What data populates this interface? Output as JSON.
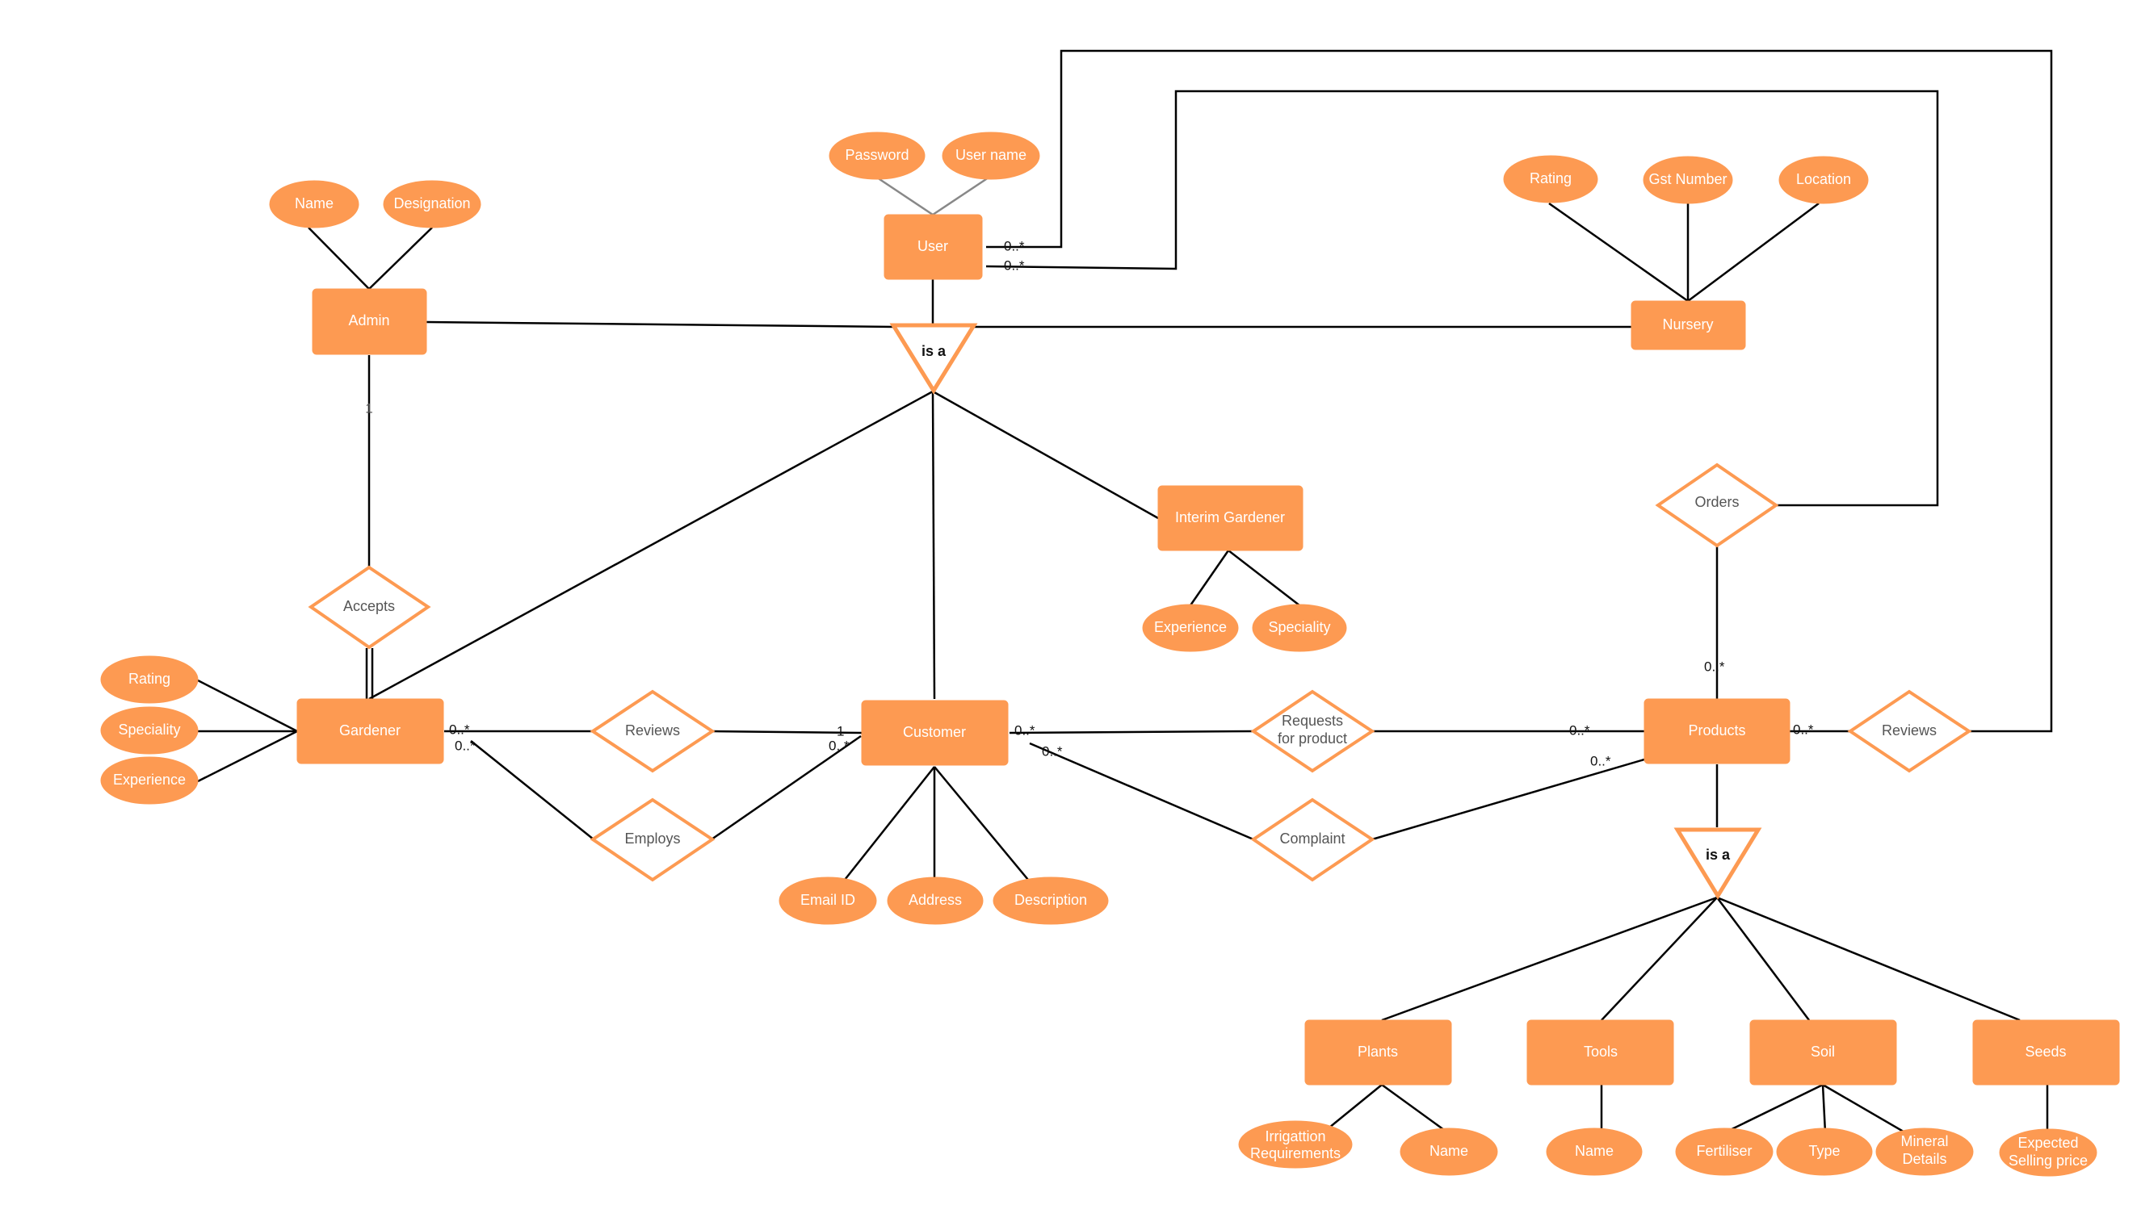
{
  "colors": {
    "fill": "#FD9A52",
    "stroke": "#FD9A52",
    "line": "#000000",
    "white": "#FFFFFF"
  },
  "entities": {
    "user": "User",
    "admin": "Admin",
    "nursery": "Nursery",
    "interim_gardener": "Interim Gardener",
    "gardener": "Gardener",
    "customer": "Customer",
    "products": "Products",
    "plants": "Plants",
    "tools": "Tools",
    "soil": "Soil",
    "seeds": "Seeds"
  },
  "attributes": {
    "password": "Password",
    "user_name": "User name",
    "admin_name": "Name",
    "designation": "Designation",
    "rating_nursery": "Rating",
    "gst_number": "Gst Number",
    "location": "Location",
    "experience_interim": "Experience",
    "speciality_interim": "Speciality",
    "rating_gardener": "Rating",
    "speciality_gardener": "Speciality",
    "experience_gardener": "Experience",
    "email_id": "Email ID",
    "address": "Address",
    "description": "Description",
    "irrigation_line1": "Irrigattion",
    "irrigation_line2": "Requirements",
    "plants_name": "Name",
    "tools_name": "Name",
    "fertiliser": "Fertiliser",
    "type": "Type",
    "mineral_line1": "Mineral",
    "mineral_line2": "Details",
    "expected_line1": "Expected",
    "expected_line2": "Selling price"
  },
  "relationships": {
    "accepts": "Accepts",
    "reviews_gardener": "Reviews",
    "employs": "Employs",
    "requests_line1": "Requests",
    "requests_line2": "for product",
    "complaint": "Complaint",
    "orders": "Orders",
    "reviews_products": "Reviews"
  },
  "isa": {
    "user_isa": "is a",
    "products_isa": "is a"
  },
  "cardinalities": {
    "user_top": "0..*",
    "user_bottom": "0..*",
    "admin_accepts": "1",
    "gardener_reviews": "0..*",
    "gardener_employs": "0..*",
    "customer_reviews": "1",
    "customer_employs": "0..*",
    "customer_requests": "0..*",
    "customer_complaint": "0..*",
    "products_requests": "0..*",
    "products_complaint": "0..*",
    "products_orders": "0..*",
    "products_reviews": "0..*"
  }
}
